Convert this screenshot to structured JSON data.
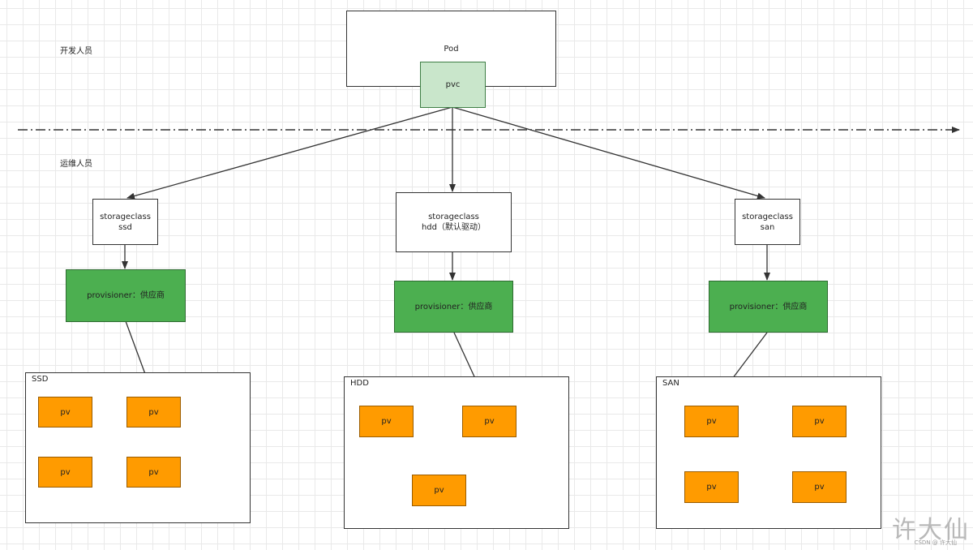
{
  "roles": {
    "developer": "开发人员",
    "ops": "运维人员"
  },
  "pod": {
    "label": "Pod"
  },
  "pvc": {
    "label": "pvc"
  },
  "storageclasses": [
    {
      "label": "storageclass\nssd"
    },
    {
      "label": "storageclass\nhdd（默认驱动）"
    },
    {
      "label": "storageclass\nsan"
    }
  ],
  "provisioners": [
    {
      "label": "provisioner：供应商"
    },
    {
      "label": "provisioner：供应商"
    },
    {
      "label": "provisioner：供应商"
    }
  ],
  "groups": [
    {
      "label": "SSD",
      "pvs": [
        "pv",
        "pv",
        "pv",
        "pv"
      ]
    },
    {
      "label": "HDD",
      "pvs": [
        "pv",
        "pv",
        "pv"
      ]
    },
    {
      "label": "SAN",
      "pvs": [
        "pv",
        "pv",
        "pv",
        "pv"
      ]
    }
  ],
  "watermark": {
    "text": "许大仙",
    "sub": "CSDN @ 许大仙"
  },
  "colors": {
    "pvc_fill": "#c9e6cb",
    "provisioner_fill": "#4caf50",
    "pv_fill": "#ff9b00",
    "line": "#333333"
  }
}
